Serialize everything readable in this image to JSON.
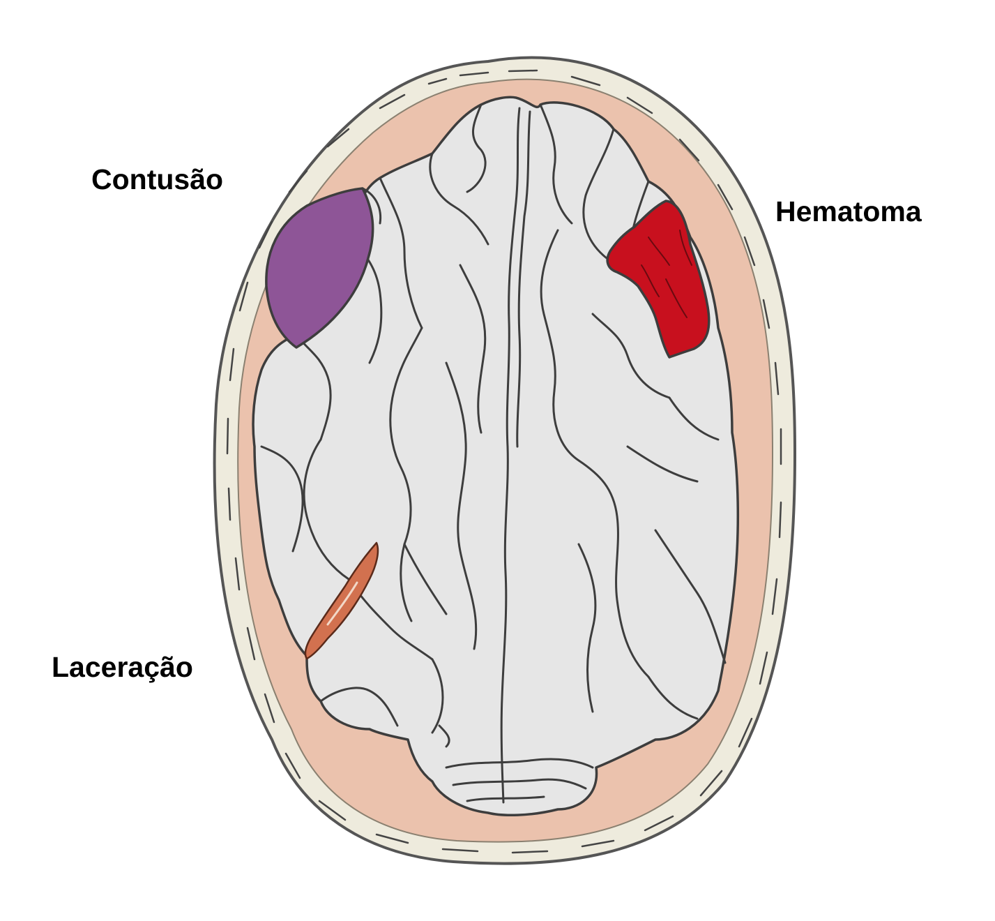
{
  "labels": {
    "contusion": "Contusão",
    "hematoma": "Hematoma",
    "laceration": "Laceração"
  },
  "colors": {
    "skull_fill": "#eeebdd",
    "skull_outline": "#555555",
    "dura_fill": "#ebc2ad",
    "brain_fill": "#e6e6e6",
    "brain_outline": "#3d3d3d",
    "contusion": "#8e5597",
    "hematoma": "#c8101e",
    "laceration": "#d2714f",
    "label_text": "#000000"
  }
}
